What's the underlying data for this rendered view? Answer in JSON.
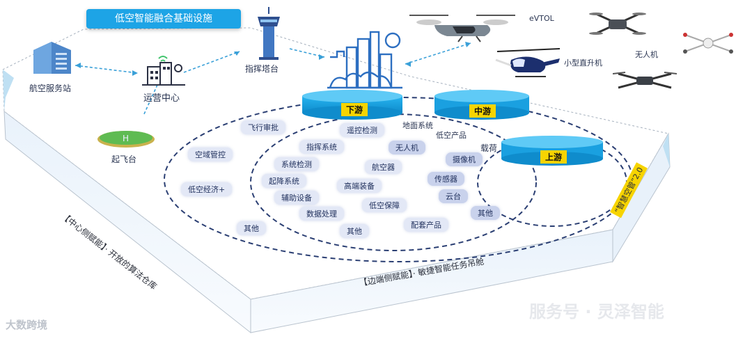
{
  "title": "低空智能融合基础设施",
  "nodes": {
    "aviation_station": "航空服务站",
    "ops_center": "运营中心",
    "control_tower": "指挥塔台",
    "takeoff_pad": "起飞台"
  },
  "aircraft": {
    "evtol": "eVTOL",
    "helicopter": "小型直升机",
    "drone": "无人机"
  },
  "tanks": {
    "downstream": "下游",
    "midstream": "中游",
    "upstream": "上游"
  },
  "outer_items": [
    "飞行审批",
    "空域管控",
    "低空经济+",
    "其他"
  ],
  "middle_items": [
    "遥控检测",
    "指挥系统",
    "系统检测",
    "起降系统",
    "辅助设备",
    "数据处理",
    "其他",
    "航空器",
    "高端装备",
    "低空保障",
    "无人机",
    "传感器",
    "配套产品"
  ],
  "inner_items": [
    "摄像机",
    "云台",
    "其他"
  ],
  "text_labels": {
    "ground_system": "地面系统",
    "low_alt_products": "低空产品",
    "payload": "载荷"
  },
  "side_labels": {
    "center": "【中心侧赋能】· 开放的算法仓库",
    "edge": "【边端侧赋能】· 敏捷智能任务吊舱",
    "smart_air": "“智慧空管”2.0"
  },
  "watermark": {
    "left": "大数跨境",
    "right": "服务号 · 灵泽智能"
  },
  "colors": {
    "accent": "#1da4e6",
    "tank": "#1aa8e8",
    "pill": "#e3e8f6",
    "yellow": "#f7d400"
  }
}
